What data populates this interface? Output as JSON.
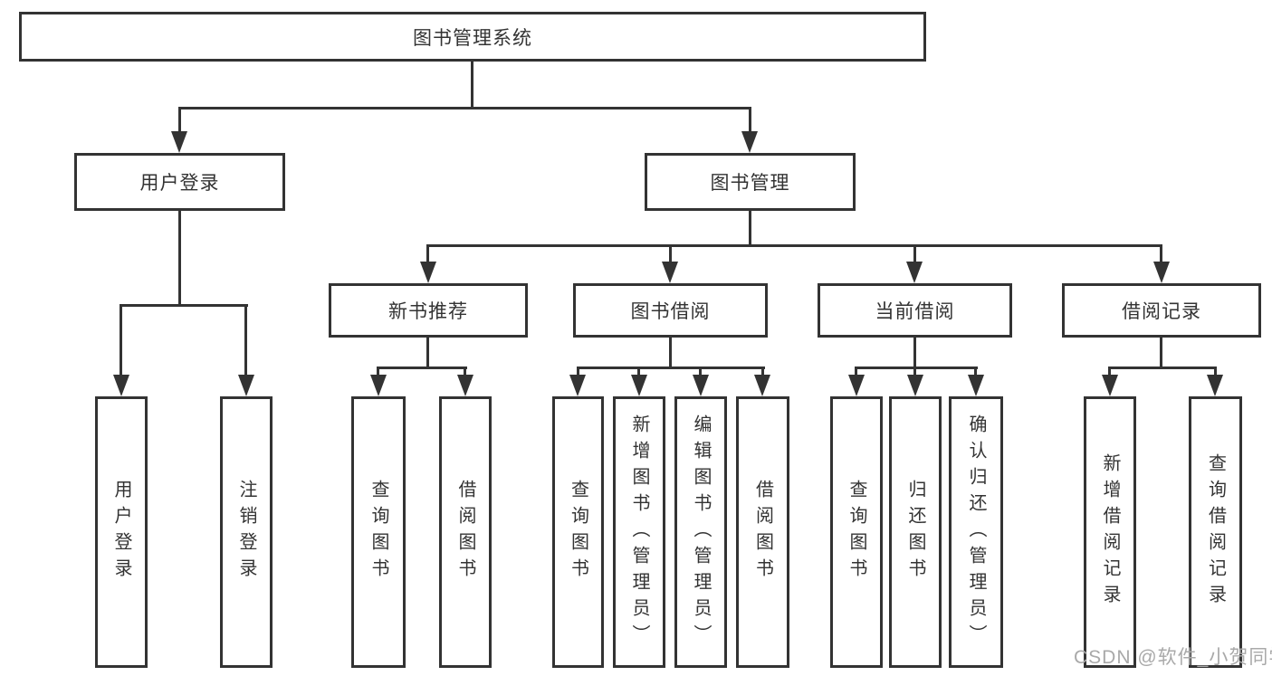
{
  "colors": {
    "line": "#333333",
    "text": "#333333",
    "box_background": "#ffffff",
    "page_background": "#ffffff",
    "watermark": "#a9a9a9"
  },
  "watermark": {
    "text": "CSDN @软件_小贺同学"
  },
  "tree": {
    "root": {
      "label": "图书管理系统",
      "children": [
        {
          "label": "用户登录",
          "children": [
            {
              "label": "用户登录"
            },
            {
              "label": "注销登录"
            }
          ]
        },
        {
          "label": "图书管理",
          "children": [
            {
              "label": "新书推荐",
              "children": [
                {
                  "label": "查询图书"
                },
                {
                  "label": "借阅图书"
                }
              ]
            },
            {
              "label": "图书借阅",
              "children": [
                {
                  "label": "查询图书"
                },
                {
                  "label": "新增图书（管理员）"
                },
                {
                  "label": "编辑图书（管理员）"
                },
                {
                  "label": "借阅图书"
                }
              ]
            },
            {
              "label": "当前借阅",
              "children": [
                {
                  "label": "查询图书"
                },
                {
                  "label": "归还图书"
                },
                {
                  "label": "确认归还（管理员）"
                }
              ]
            },
            {
              "label": "借阅记录",
              "children": [
                {
                  "label": "新增借阅记录"
                },
                {
                  "label": "查询借阅记录"
                }
              ]
            }
          ]
        }
      ]
    }
  }
}
